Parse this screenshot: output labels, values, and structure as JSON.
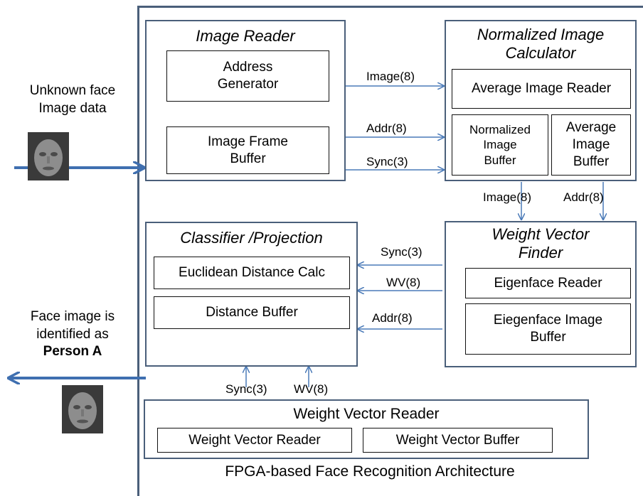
{
  "caption": "FPGA-based Face Recognition Architecture",
  "input_label_line1": "Unknown face",
  "input_label_line2": "Image data",
  "output_label_line1": "Face image is",
  "output_label_line2": "identified as",
  "output_label_line3": "Person A",
  "image_reader": {
    "title": "Image Reader",
    "address_generator_line1": "Address",
    "address_generator_line2": "Generator",
    "frame_buffer_line1": "Image Frame",
    "frame_buffer_line2": "Buffer"
  },
  "normalized_calc": {
    "title_line1": "Normalized Image",
    "title_line2": "Calculator",
    "average_reader": "Average Image Reader",
    "normalized_buffer_line1": "Normalized",
    "normalized_buffer_line2": "Image",
    "normalized_buffer_line3": "Buffer",
    "average_buffer_line1": "Average",
    "average_buffer_line2": "Image",
    "average_buffer_line3": "Buffer"
  },
  "classifier": {
    "title": "Classifier /Projection",
    "euclidean": "Euclidean Distance Calc",
    "distance_buffer": "Distance Buffer"
  },
  "wv_finder": {
    "title_line1": "Weight Vector",
    "title_line2": "Finder",
    "eigen_reader": "Eigenface Reader",
    "eigen_buffer_line1": "Eiegenface Image",
    "eigen_buffer_line2": "Buffer"
  },
  "wv_reader": {
    "title": "Weight Vector Reader",
    "reader": "Weight Vector Reader",
    "buffer": "Weight Vector Buffer"
  },
  "signals": {
    "ir_image": "Image(8)",
    "ir_addr": "Addr(8)",
    "ir_sync": "Sync(3)",
    "nc_image": "Image(8)",
    "nc_addr": "Addr(8)",
    "wf_sync": "Sync(3)",
    "wf_wv": "WV(8)",
    "wf_addr": "Addr(8)",
    "wr_sync": "Sync(3)",
    "wr_wv": "WV(8)"
  },
  "colors": {
    "block_border": "#4a5f7a",
    "arrow": "#4a7ab8",
    "io_arrow": "#3f6fb0"
  }
}
